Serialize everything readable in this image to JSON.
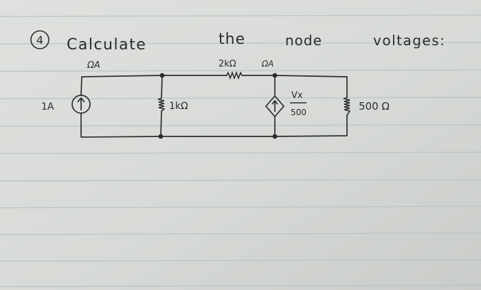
{
  "header": {
    "problem_number": "4",
    "instruction_words": [
      "Calculate",
      "the",
      "node",
      "voltages:"
    ]
  },
  "circuit": {
    "current_source_label": "1A",
    "source_branch_current_label": "ΩA",
    "resistor_1_label": "1kΩ",
    "series_resistor_label": "2kΩ",
    "series_branch_current_label": "ΩA",
    "dependent_source_numerator": "Vx",
    "dependent_source_denominator": "500",
    "load_resistor_label": "500 Ω"
  },
  "colors": {
    "paper": "#d9dcd8",
    "rule_line": "#b9c3c9",
    "margin_line": "#c9a7ad",
    "ink": "#2b2c2e"
  }
}
